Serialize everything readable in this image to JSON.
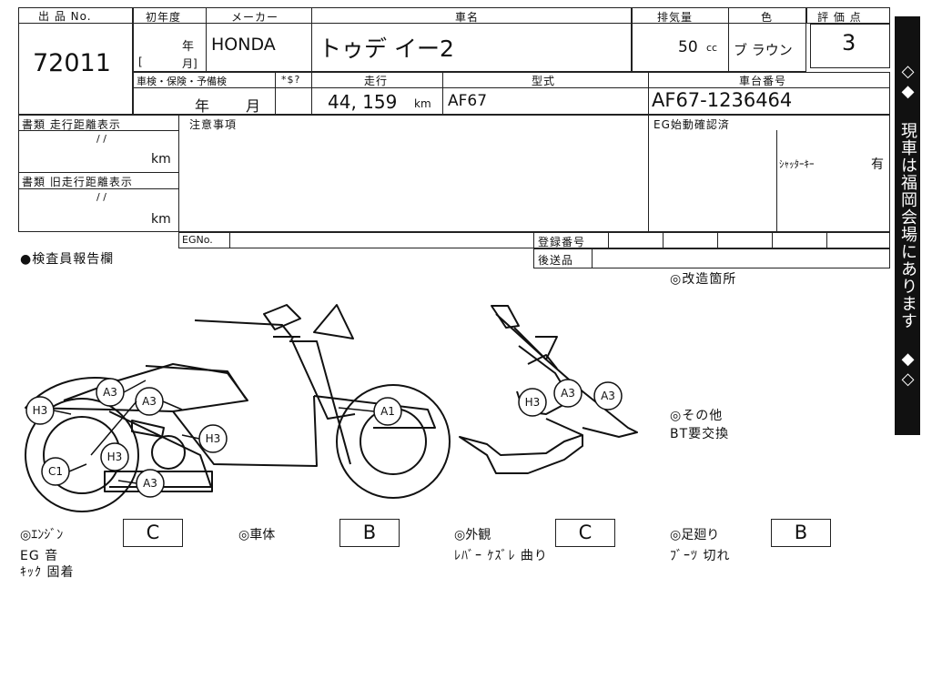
{
  "header": {
    "lot_label": "出 品 No.",
    "lot_number": "72011",
    "year_label": "初年度",
    "year_nen": "年",
    "year_month": "月]",
    "year_bracket": "[",
    "maker_label": "メーカー",
    "maker_value": "HONDA",
    "model_label": "車名",
    "model_value": "トゥデ イー2",
    "displacement_label": "排気量",
    "displacement_value": "50",
    "displacement_unit": "cc",
    "color_label": "色",
    "color_value": "ブ ラウン",
    "score_label": "評 価 点",
    "score_value": "3",
    "inspection_label": "車検・保険・予備検",
    "inspection_nen": "年",
    "inspection_month": "月",
    "tax_label": "*$?",
    "mileage_label": "走行",
    "mileage_value": "44, 159",
    "mileage_unit": "km",
    "type_label": "型式",
    "type_value": "AF67",
    "frame_label": "車台番号",
    "frame_value": "AF67-1236464"
  },
  "docs": {
    "doc_mileage_label": "書類 走行距離表示",
    "doc_mileage_slashes": "/ /",
    "doc_mileage_unit": "km",
    "doc_old_mileage_label": "書類 旧走行距離表示",
    "doc_old_mileage_slashes": "/ /",
    "doc_old_mileage_unit": "km"
  },
  "notes": {
    "caution_label": "注意事項",
    "eg_start_label": "EG始動確認済",
    "shutter_key_label": "ｼｬｯﾀｰｷｰ",
    "shutter_key_value": "有",
    "egno_label": "EGNo.",
    "registration_label": "登録番号",
    "delivery_label": "後送品",
    "inspector_label": "●検査員報告欄",
    "modified_label": "◎改造箇所",
    "other_label": "◎その他",
    "other_value": "BT要交換"
  },
  "damage_marks": {
    "side_view": [
      "H3",
      "A3",
      "A3",
      "H3",
      "H3",
      "C1",
      "A3",
      "A1"
    ],
    "top_view": [
      "H3",
      "A3",
      "A3"
    ]
  },
  "grades": [
    {
      "label": "◎ｴﾝｼﾞﾝ",
      "grade": "C"
    },
    {
      "label": "◎車体",
      "grade": "B"
    },
    {
      "label": "◎外観",
      "grade": "C"
    },
    {
      "label": "◎足廻り",
      "grade": "B"
    }
  ],
  "comments": {
    "engine_1": "EG 音",
    "engine_2": "ｷｯｸ 固着",
    "exterior": "ﾚﾊﾞｰ ｹｽﾞﾚ 曲り",
    "suspension": "ﾌﾞｰﾂ 切れ"
  },
  "banner": {
    "text": "◇◆ 現車は福岡会場にあります ◆◇"
  }
}
